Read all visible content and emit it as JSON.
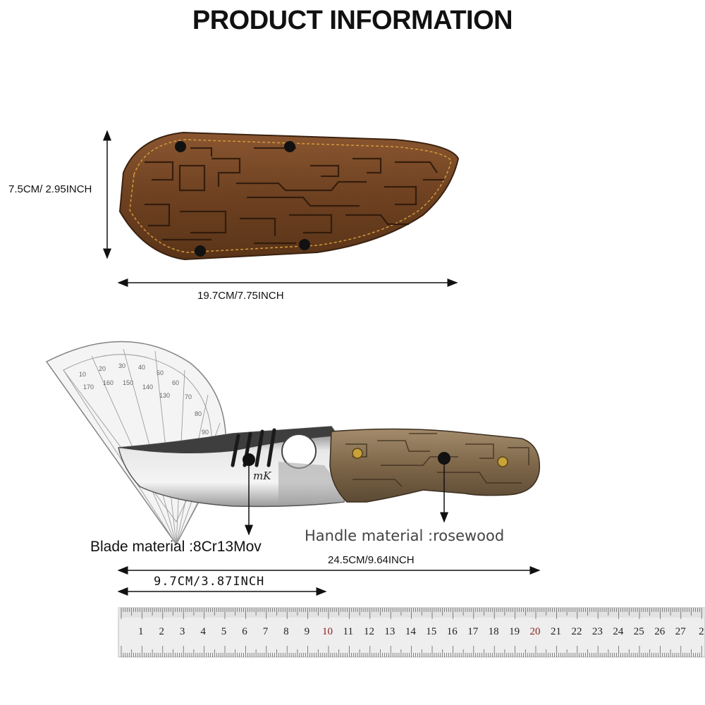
{
  "title": "PRODUCT INFORMATION",
  "sheath": {
    "height_label": "7.5CM/ 2.95INCH",
    "length_label": "19.7CM/7.75INCH"
  },
  "knife": {
    "blade_material": "Blade material :8Cr13Mov",
    "handle_material": "Handle material :rosewood",
    "total_length_label": "24.5CM/9.64INCH",
    "blade_length_label": "9.7CM/3.87INCH",
    "blade_logo": "mK"
  },
  "ruler": {
    "numbers": [
      "1",
      "2",
      "3",
      "4",
      "5",
      "6",
      "7",
      "8",
      "9",
      "10",
      "11",
      "12",
      "13",
      "14",
      "15",
      "16",
      "17",
      "18",
      "19",
      "20",
      "21",
      "22",
      "23",
      "24",
      "25",
      "26",
      "27",
      "2"
    ],
    "highlight_numbers": [
      "10",
      "20"
    ],
    "highlight_color": "#8b1a1a"
  },
  "colors": {
    "sheath_leather": "#7a4a25",
    "handle_wood": "#8a7358",
    "blade_steel": "#c9c9c9"
  }
}
